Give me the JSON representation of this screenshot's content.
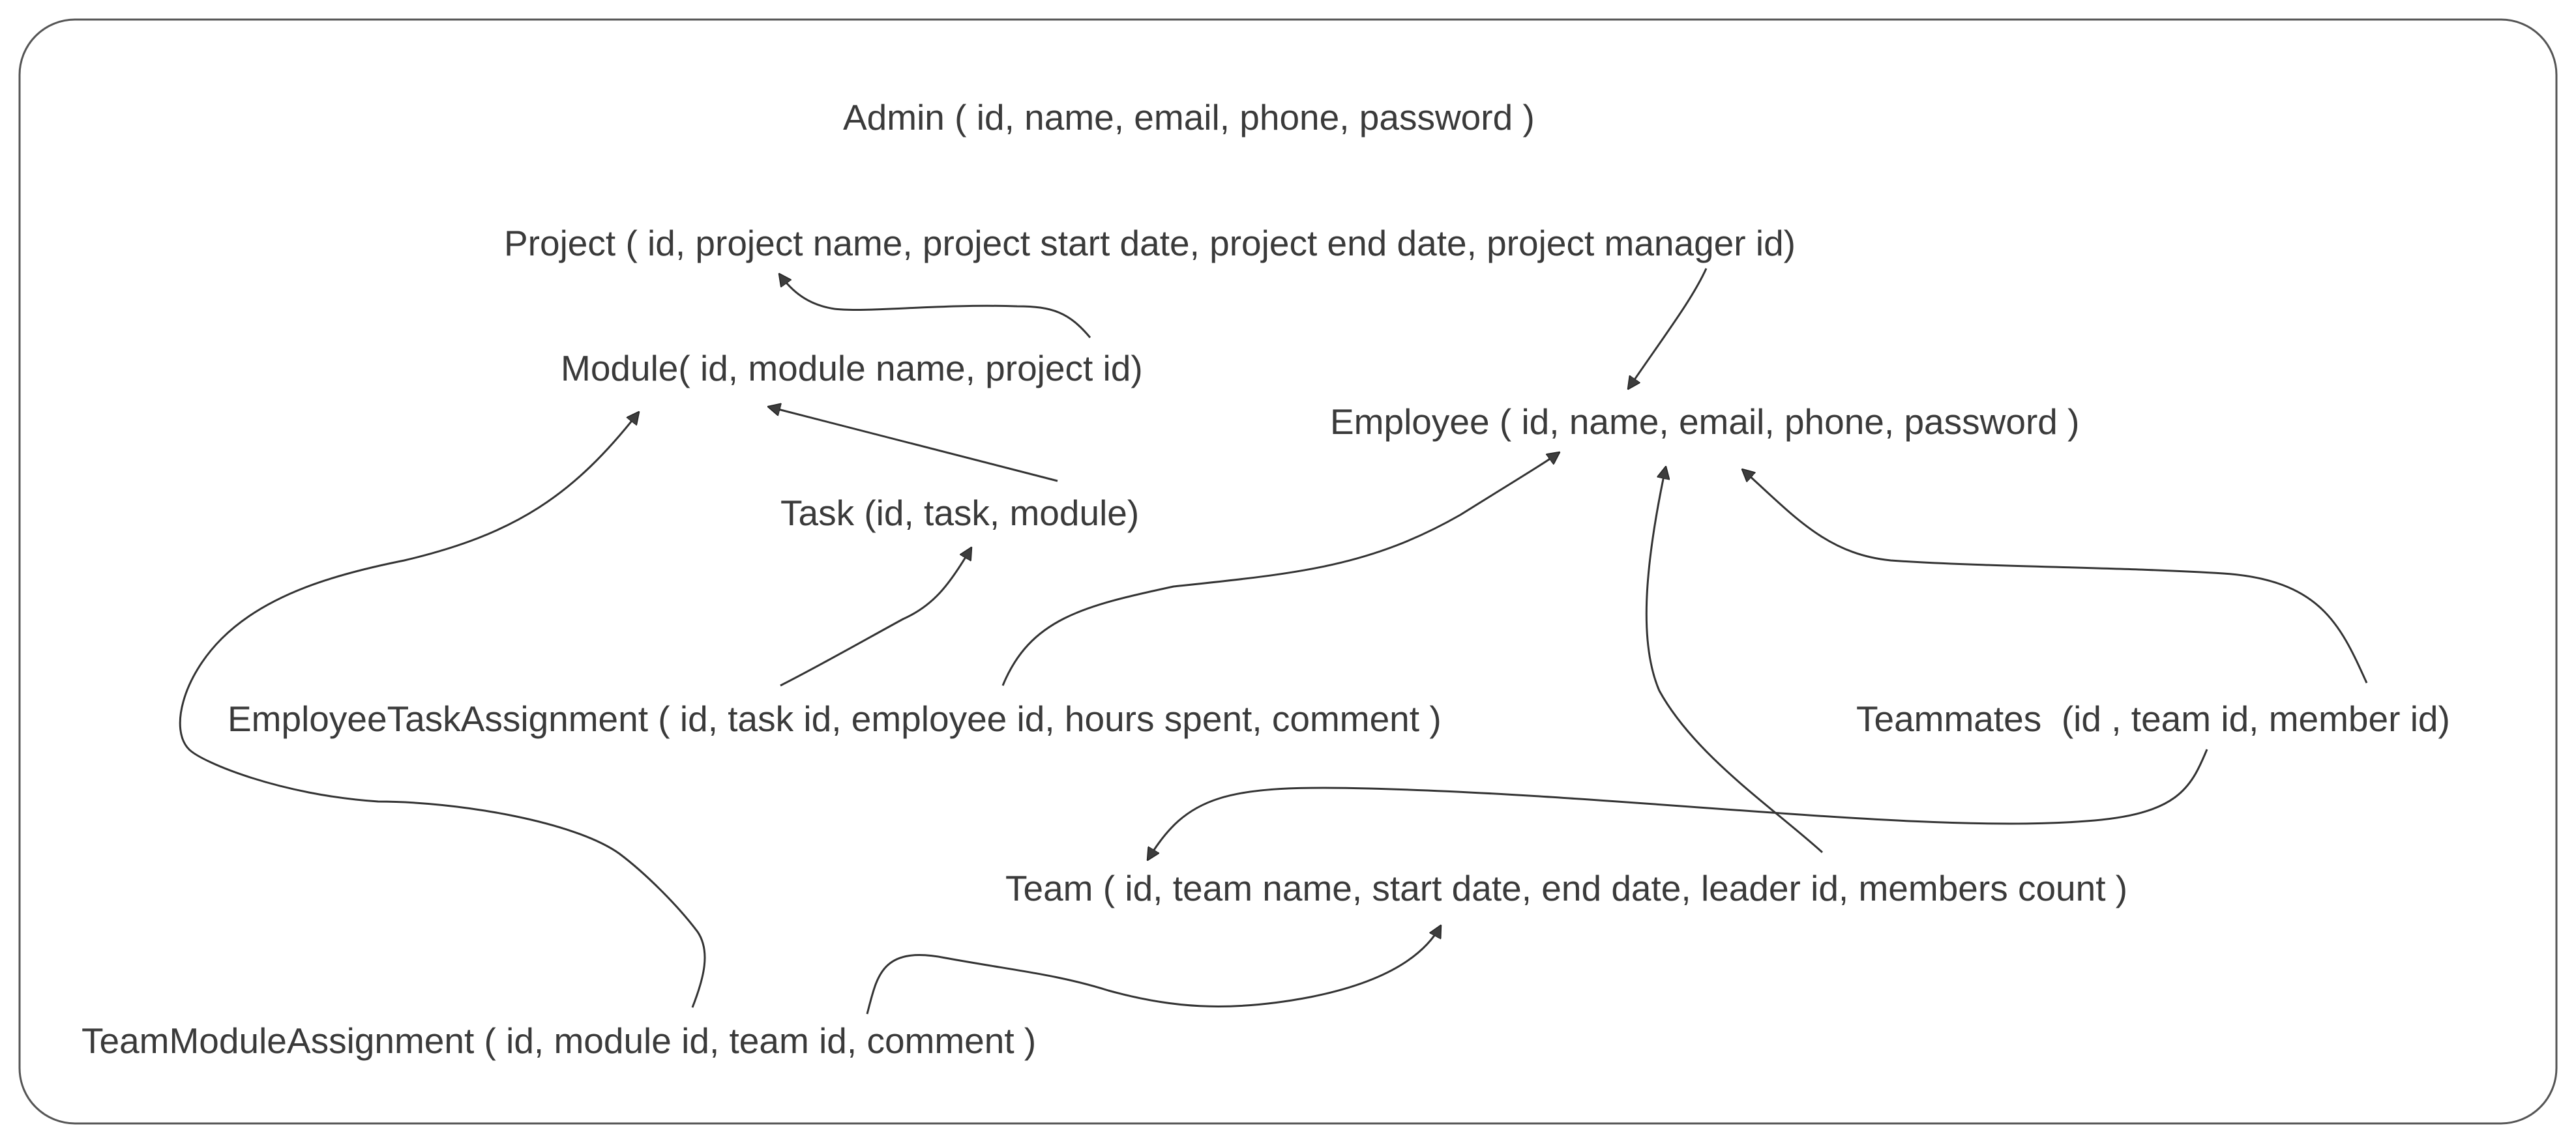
{
  "entities": {
    "admin": "Admin ( id, name, email, phone, password )",
    "project": "Project ( id, project name, project start date, project end date, project manager id)",
    "module": "Module( id, module name, project id)",
    "employee": "Employee ( id, name, email, phone, password )",
    "task": "Task (id, task, module)",
    "employee_task_assignment": "EmployeeTaskAssignment ( id, task id, employee id, hours spent, comment )",
    "teammates": "Teammates  (id , team id, member id)",
    "team": "Team ( id, team name, start date, end date, leader id, members count )",
    "team_module_assignment": "TeamModuleAssignment ( id, module id, team id, comment )"
  },
  "relations": [
    {
      "from": "module",
      "to": "project"
    },
    {
      "from": "project",
      "to": "employee"
    },
    {
      "from": "task",
      "to": "module"
    },
    {
      "from": "employee_task_assignment",
      "to": "task"
    },
    {
      "from": "employee_task_assignment",
      "to": "employee"
    },
    {
      "from": "team",
      "to": "employee"
    },
    {
      "from": "teammates",
      "to": "employee"
    },
    {
      "from": "teammates",
      "to": "team"
    },
    {
      "from": "team_module_assignment",
      "to": "module"
    },
    {
      "from": "team_module_assignment",
      "to": "team"
    }
  ],
  "colors": {
    "text": "#3a3a3a",
    "line": "#333333",
    "arrowhead": "#3d3d3d",
    "frame": "#555555"
  }
}
